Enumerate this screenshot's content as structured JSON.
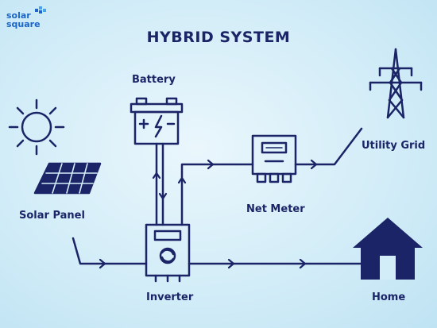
{
  "logo": {
    "line1": "solar",
    "line2": "square"
  },
  "title": "HYBRID SYSTEM",
  "labels": {
    "battery": "Battery",
    "solar_panel": "Solar Panel",
    "net_meter": "Net Meter",
    "utility_grid": "Utility Grid",
    "inverter": "Inverter",
    "home": "Home"
  },
  "colors": {
    "line": "#1a2466",
    "accent": "#1b66c9",
    "background": "#d3edf8"
  },
  "icons": [
    "sun-icon",
    "solar-panel-icon",
    "battery-icon",
    "inverter-icon",
    "net-meter-icon",
    "transmission-tower-icon",
    "home-icon"
  ]
}
